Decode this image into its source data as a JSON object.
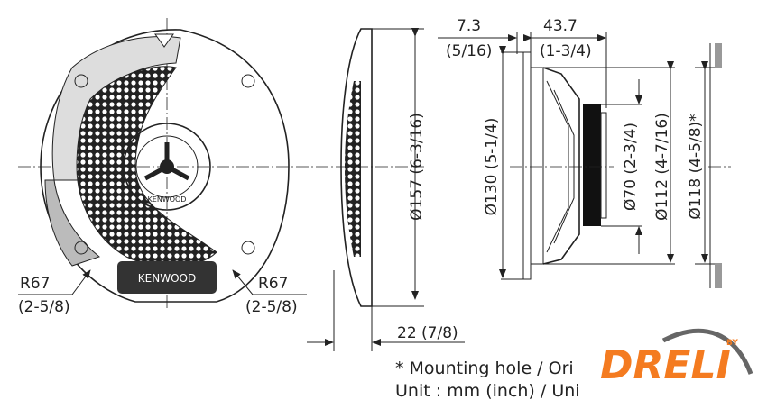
{
  "front_view": {
    "brand_center": "KENWOOD",
    "brand_label": "KENWOOD",
    "radius_left": {
      "value": "R67",
      "inch": "(2-5/8)"
    },
    "radius_right": {
      "value": "R67",
      "inch": "(2-5/8)"
    }
  },
  "side_view": {
    "outer_diameter": "Ø157 (6-3/16)",
    "grille_depth": "22 (7/8)"
  },
  "profile_view": {
    "flange_depth": {
      "mm": "7.3",
      "inch": "(5/16)"
    },
    "mount_depth": {
      "mm": "43.7",
      "inch": "(1-3/4)"
    },
    "flange_diameter": "Ø130 (5-1/4)",
    "magnet_diameter": "Ø70 (2-3/4)",
    "basket_diameter": "Ø112 (4-7/16)",
    "mounting_hole": "Ø118 (4-5/8)*"
  },
  "notes": {
    "mounting_hole": "* Mounting hole / Ori",
    "unit": "Unit : mm (inch) / Uni"
  },
  "logo": {
    "text": "DRELI",
    "by": "BY",
    "color": "#f47b20"
  }
}
